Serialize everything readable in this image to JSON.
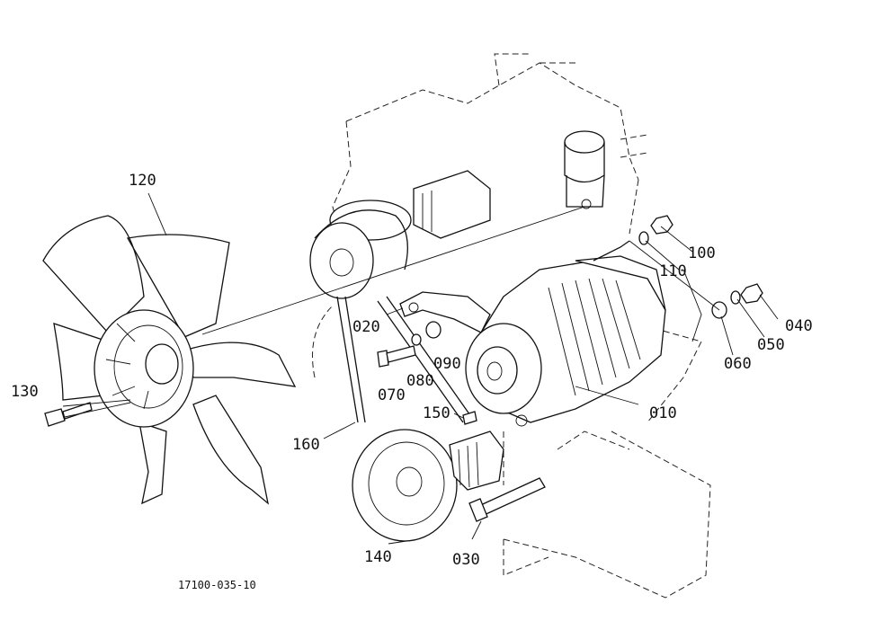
{
  "diagram": {
    "drawing_code": "17100-035-10",
    "callouts": [
      {
        "id": "p010",
        "label": "010"
      },
      {
        "id": "p020",
        "label": "020"
      },
      {
        "id": "p030",
        "label": "030"
      },
      {
        "id": "p040",
        "label": "040"
      },
      {
        "id": "p050",
        "label": "050"
      },
      {
        "id": "p060",
        "label": "060"
      },
      {
        "id": "p070",
        "label": "070"
      },
      {
        "id": "p080",
        "label": "080"
      },
      {
        "id": "p090",
        "label": "090"
      },
      {
        "id": "p100",
        "label": "100"
      },
      {
        "id": "p110",
        "label": "110"
      },
      {
        "id": "p120",
        "label": "120"
      },
      {
        "id": "p130",
        "label": "130"
      },
      {
        "id": "p140",
        "label": "140"
      },
      {
        "id": "p150",
        "label": "150"
      },
      {
        "id": "p160",
        "label": "160"
      }
    ]
  }
}
